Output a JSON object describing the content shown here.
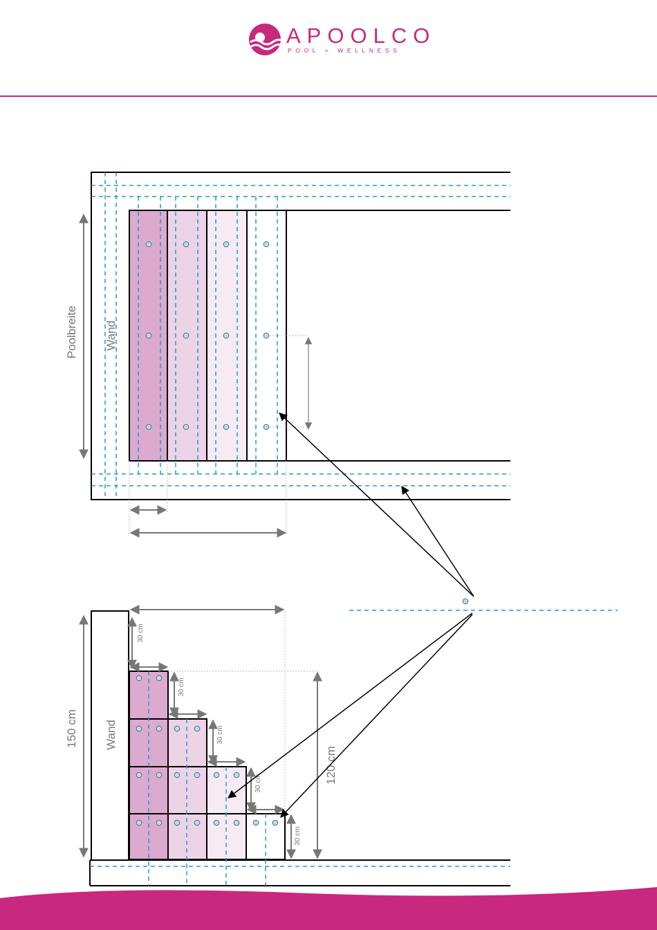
{
  "brand": {
    "name": "APOOLCO",
    "tagline": "POOL + WELLNESS",
    "color": "#c8287e"
  },
  "top_view": {
    "width_label": "Poolbreite",
    "wall_label": "Wand"
  },
  "side_view": {
    "height_label": "150 cm",
    "wall_label": "Wand",
    "depth_label": "120 cm",
    "step_labels": [
      "30 cm",
      "30 cm",
      "30 cm",
      "30 cm",
      "30 cm"
    ]
  },
  "colors": {
    "step1": "#dca9cf",
    "step2": "#ecd3e6",
    "step3": "#f6eaf3",
    "step4": "#ffffff",
    "guide": "#1a9ad6",
    "dimension": "#777777",
    "dot": "#b9dcee"
  }
}
